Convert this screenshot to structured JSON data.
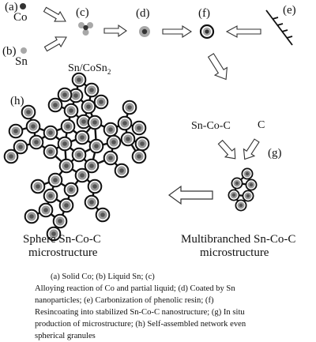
{
  "labels": {
    "a": "(a)",
    "co": "Co",
    "b": "(b)",
    "sn": "Sn",
    "c": "(c)",
    "d": "(d)",
    "f": "(f)",
    "e": "(e)",
    "sn_cosn2": "Sn/CoSn",
    "sn_cosn2_sub": "2",
    "h": "(h)",
    "sn_co_c": "Sn-Co-C",
    "carbon": "C",
    "g": "(g)",
    "sphere_line1": "Sphere Sn-Co-C",
    "sphere_line2": "microstructure",
    "multi_line1": "Multibranched Sn-Co-C",
    "multi_line2": "microstructure"
  },
  "caption": {
    "line1": "(a) Solid Co; (b) Liquid Sn; (c)",
    "line2": "Alloying reaction of Co and partial liquid; (d) Coated by Sn",
    "line3": "nanoparticles; (e) Carbonization of phenolic resin; (f)",
    "line4": "Resincoating into stabilized Sn-Co-C nanostructure; (g) In situ",
    "line5": "production of microstructure; (h) Self-assembled network even",
    "line6": "spherical granules"
  },
  "colors": {
    "co_dark": "#333333",
    "sn_light": "#a8a8a8",
    "carbon_ring": "#111111",
    "granule_core": "#555555",
    "granule_shell": "#9a9a9a"
  }
}
